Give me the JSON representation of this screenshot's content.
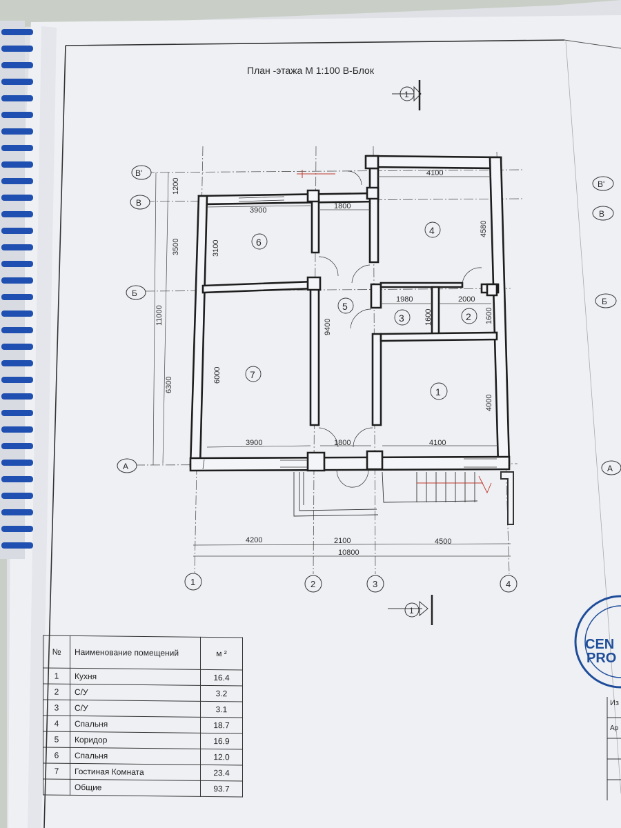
{
  "title": "План -этажа М 1:100 В-Блок",
  "axes": {
    "letters": [
      "В'",
      "В",
      "Б",
      "А"
    ],
    "numbers": [
      "1",
      "2",
      "3",
      "4"
    ],
    "section_mark": "1"
  },
  "rooms_on_plan": [
    "1",
    "2",
    "3",
    "4",
    "5",
    "6",
    "7"
  ],
  "dims": {
    "d3900_top": "3900",
    "d1800_top": "1800",
    "d4100_top": "4100",
    "d1980": "1980",
    "d2000": "2000",
    "d3900_bot": "3900",
    "d1800_bot": "1800",
    "d4100_bot": "4100",
    "d4200": "4200",
    "d2100": "2100",
    "d4500": "4500",
    "d10800": "10800",
    "d1200": "1200",
    "d3500": "3500",
    "d11000": "11000",
    "d6300": "6300",
    "d3100": "3100",
    "d6000": "6000",
    "d9400": "9400",
    "d1600a": "1600",
    "d1600b": "1600",
    "d4580": "4580",
    "d4000": "4000"
  },
  "table": {
    "headers": {
      "no": "№",
      "name": "Наименование помещений",
      "area": "м ²"
    },
    "rows": [
      {
        "no": "1",
        "name": "Кухня",
        "area": "16.4"
      },
      {
        "no": "2",
        "name": "С/У",
        "area": "3.2"
      },
      {
        "no": "3",
        "name": "С/У",
        "area": "3.1"
      },
      {
        "no": "4",
        "name": "Спальня",
        "area": "18.7"
      },
      {
        "no": "5",
        "name": "Коридор",
        "area": "16.9"
      },
      {
        "no": "6",
        "name": "Спальня",
        "area": "12.0"
      },
      {
        "no": "7",
        "name": "Гостиная Комната",
        "area": "23.4"
      },
      {
        "no": "",
        "name": "Общие",
        "area": "93.7"
      }
    ]
  },
  "stamp": {
    "line1": "CEN",
    "line2": "PRO"
  },
  "edge_fragments": {
    "a": "Из",
    "b": "Ар"
  },
  "colors": {
    "paper": "#eeeff4",
    "ink": "#2b2b2b",
    "accent_red": "#c0392b",
    "binder": "#1f4fb0",
    "stamp": "#1f4d9a"
  }
}
